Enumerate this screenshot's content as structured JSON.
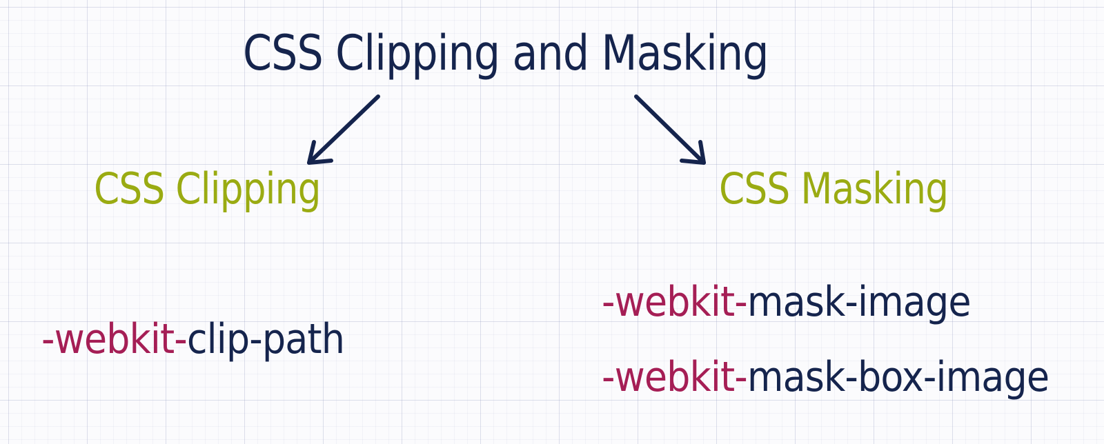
{
  "diagram": {
    "title": "CSS Clipping and Masking",
    "branches": [
      {
        "label": "CSS Clipping",
        "properties": [
          {
            "prefix": "-webkit-",
            "name": "clip-path"
          }
        ]
      },
      {
        "label": "CSS Masking",
        "properties": [
          {
            "prefix": "-webkit-",
            "name": "mask-image"
          },
          {
            "prefix": "-webkit-",
            "name": "mask-box-image"
          }
        ]
      }
    ]
  },
  "colors": {
    "title": "#15244d",
    "branch": "#9aab12",
    "prefix": "#a51e55",
    "property": "#15244d",
    "arrow": "#15244d"
  },
  "icons": [
    "arrow-down-left-icon",
    "arrow-down-right-icon"
  ]
}
